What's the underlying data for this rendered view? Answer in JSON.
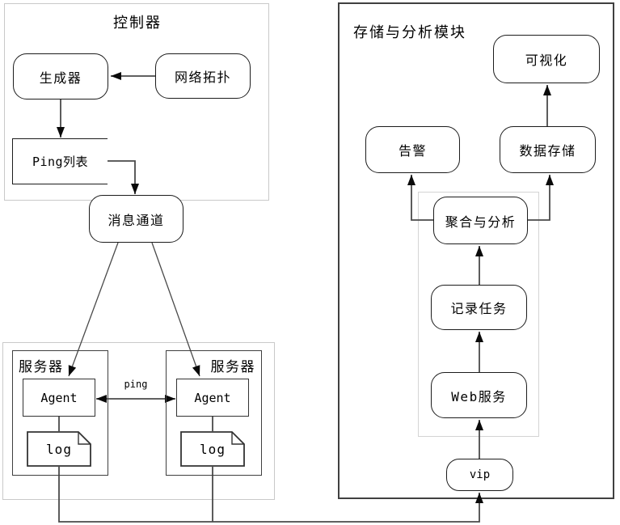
{
  "diagram": {
    "controller": {
      "title": "控制器",
      "generator": "生成器",
      "topology": "网络拓扑",
      "ping_list": "Ping列表"
    },
    "message_channel": "消息通道",
    "servers": {
      "ping_label": "ping",
      "server1": {
        "title": "服务器",
        "agent": "Agent",
        "log": "log"
      },
      "server2": {
        "title": "服务器",
        "agent": "Agent",
        "log": "log"
      }
    },
    "module": {
      "title": "存储与分析模块",
      "visualization": "可视化",
      "alert": "告警",
      "data_storage": "数据存储",
      "aggregation": "聚合与分析",
      "record_task": "记录任务",
      "web_service": "Web服务",
      "vip": "vip"
    },
    "colors": {
      "background": "#ffffff",
      "text": "#000000",
      "node_border": "#1c1c1c",
      "container_border_light": "#c9c9c9",
      "container_border_dark": "#404040",
      "inner_border": "#d4d4d4",
      "line": "#4a4a4a",
      "arrow": "#0a0a0a"
    }
  }
}
